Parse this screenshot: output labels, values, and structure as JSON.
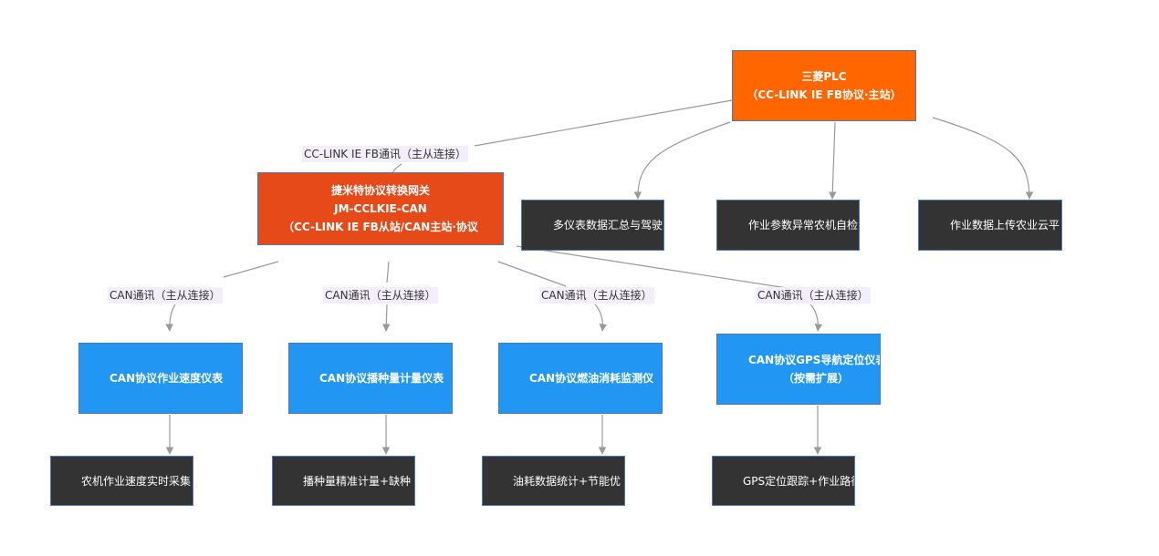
{
  "plc": {
    "line1": "三菱PLC",
    "line2": "（CC-LINK IE FB协议·主站）"
  },
  "gateway": {
    "line1": "捷米特协议转换网关",
    "line2": "JM-CCLKIE-CAN",
    "line3": "（CC-LINK IE FB从站/CAN主站·协议"
  },
  "plc_functions": [
    "多仪表数据汇总与驾驶",
    "作业参数异常农机自检",
    "作业数据上传农业云平"
  ],
  "link_label": "CC-LINK IE FB通讯（主从连接）",
  "can_label": "CAN通讯（主从连接）",
  "devices": [
    {
      "line1": "CAN协议作业速度仪表",
      "line2": ""
    },
    {
      "line1": "CAN协议播种量计量仪表",
      "line2": ""
    },
    {
      "line1": "CAN协议燃油消耗监测仪",
      "line2": ""
    },
    {
      "line1": "CAN协议GPS导航定位仪表",
      "line2": "（按需扩展）"
    }
  ],
  "device_functions": [
    "农机作业速度实时采集",
    "播种量精准计量+缺种",
    "油耗数据统计+节能优",
    "GPS定位跟踪+作业路径"
  ],
  "colors": {
    "plc": "#ff6600",
    "gateway": "#e64a19",
    "device": "#2196f3",
    "function": "#333333",
    "edge": "#999999",
    "label_bg": "#f3eefa"
  }
}
